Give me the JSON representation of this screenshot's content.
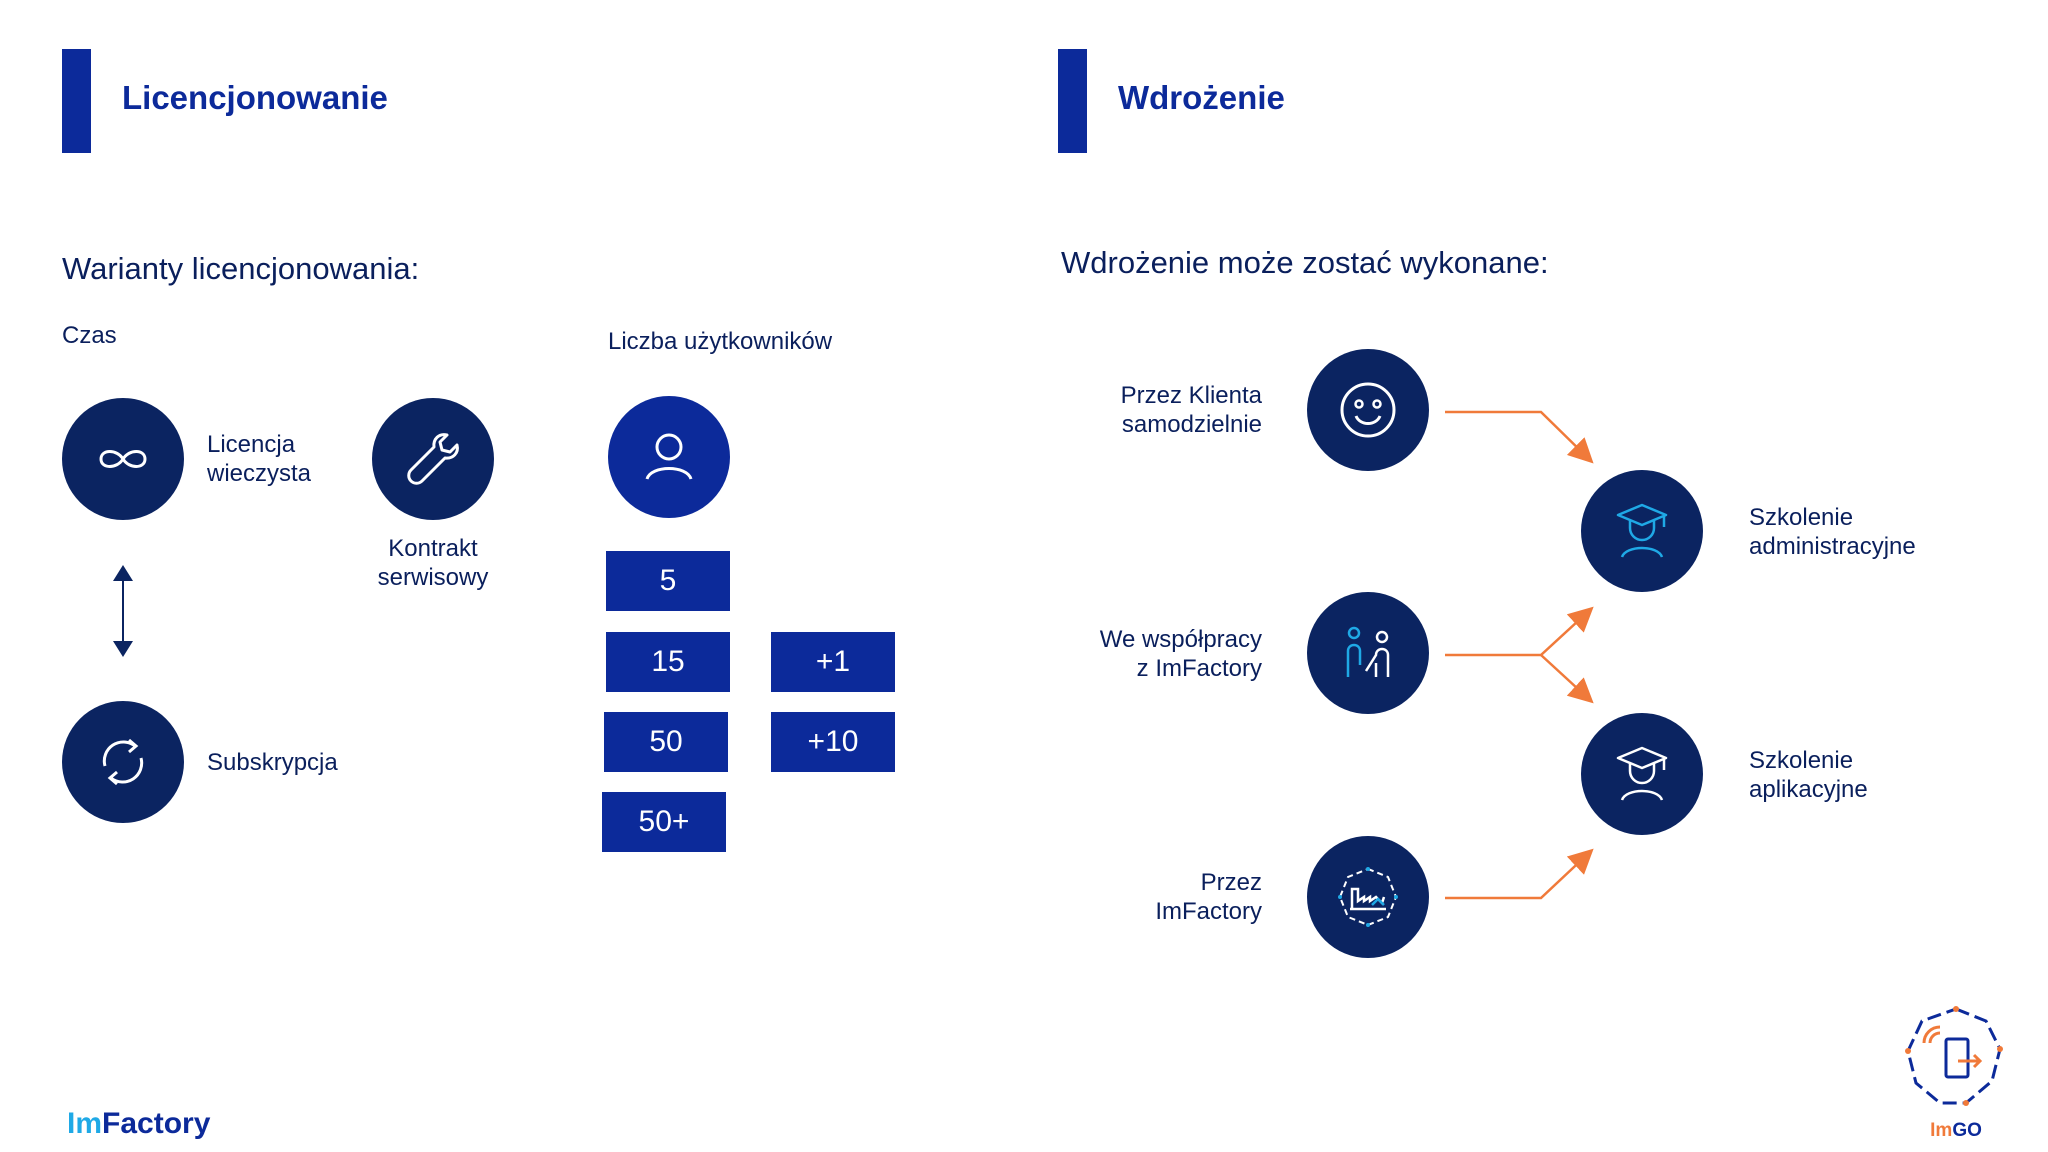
{
  "left": {
    "title": "Licencjonowanie",
    "subtitle": "Warianty licencjonowania:",
    "time_heading": "Czas",
    "perpetual_line1": "Licencja",
    "perpetual_line2": "wieczysta",
    "service_line1": "Kontrakt",
    "service_line2": "serwisowy",
    "subscription": "Subskrypcja",
    "users_heading": "Liczba użytkowników",
    "user_counts": [
      "5",
      "15",
      "50",
      "50+"
    ],
    "user_increments": [
      "+1",
      "+10"
    ]
  },
  "right": {
    "title": "Wdrożenie",
    "subtitle": "Wdrożenie może zostać wykonane:",
    "by_client_line1": "Przez Klienta",
    "by_client_line2": "samodzielnie",
    "coop_line1": "We współpracy",
    "coop_line2": "z ImFactory",
    "by_imfactory_line1": "Przez",
    "by_imfactory_line2": "ImFactory",
    "admin_training_line1": "Szkolenie",
    "admin_training_line2": "administracyjne",
    "app_training_line1": "Szkolenie",
    "app_training_line2": "aplikacyjne"
  },
  "footer": {
    "logo_im": "Im",
    "logo_factory": "Factory",
    "imgo_im": "Im",
    "imgo_go": "GO"
  },
  "colors": {
    "primary": "#0c2a9a",
    "dark_navy": "#0b2461",
    "accent_orange": "#f07a3a",
    "accent_cyan": "#1fa9e6"
  }
}
